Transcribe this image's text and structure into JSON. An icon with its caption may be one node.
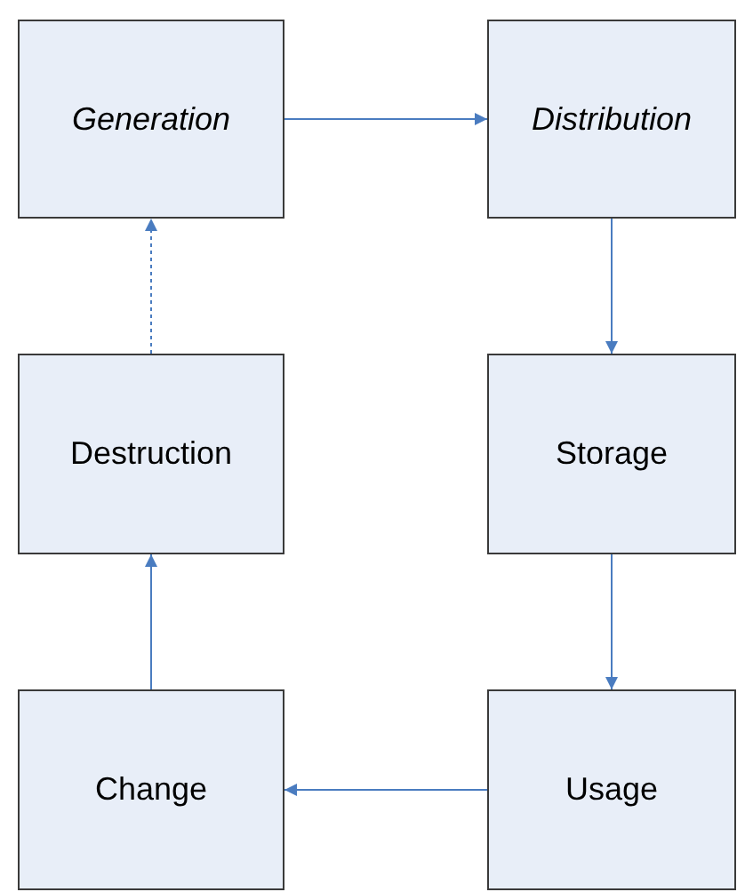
{
  "diagram": {
    "nodes": [
      {
        "text": [
          "Generation"
        ]
      },
      {
        "text": [
          "Distribution"
        ]
      },
      {
        "text": [
          "Destruction"
        ]
      },
      {
        "text": [
          "Storage"
        ]
      },
      {
        "text": [
          "Change"
        ]
      },
      {
        "text": [
          "Usage"
        ]
      }
    ],
    "edges": [
      {
        "from": 0,
        "to": 1,
        "arrow": "to"
      },
      {
        "from": 1,
        "to": 3,
        "arrow": "to"
      },
      {
        "from": 3,
        "to": 5,
        "arrow": "to"
      },
      {
        "from": 5,
        "to": 4,
        "arrow": "to"
      },
      {
        "from": 4,
        "to": 2,
        "arrow": "to"
      },
      {
        "from": 2,
        "to": 0,
        "arrow": "to",
        "style": "dashed"
      }
    ]
  }
}
